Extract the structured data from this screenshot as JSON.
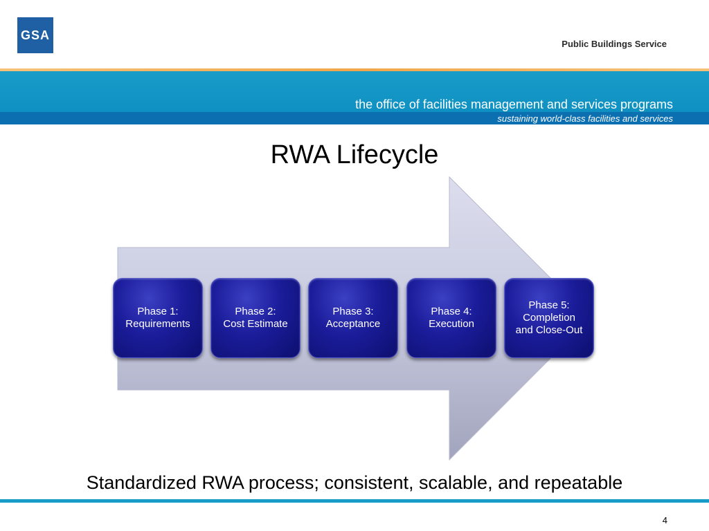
{
  "header": {
    "logo_text": "GSA",
    "service_name": "Public Buildings Service",
    "band_title": "the office of facilities management and services programs",
    "band_subtitle": "sustaining world-class facilities and services"
  },
  "slide": {
    "title": "RWA Lifecycle",
    "phases": [
      {
        "lines": [
          "Phase 1:",
          "Requirements"
        ]
      },
      {
        "lines": [
          "Phase 2:",
          "Cost Estimate"
        ]
      },
      {
        "lines": [
          "Phase 3:",
          "Acceptance"
        ]
      },
      {
        "lines": [
          "Phase 4:",
          "Execution"
        ]
      },
      {
        "lines": [
          "Phase 5:",
          "Completion",
          "and Close-Out"
        ]
      }
    ],
    "footer_text": "Standardized RWA process; consistent, scalable, and repeatable",
    "page_number": "4"
  },
  "colors": {
    "accent_teal": "#1a9cc9",
    "accent_blue": "#0c6fb0",
    "phase_box": "#1a1c9a",
    "arrow_fill": "#c3c6dc"
  }
}
